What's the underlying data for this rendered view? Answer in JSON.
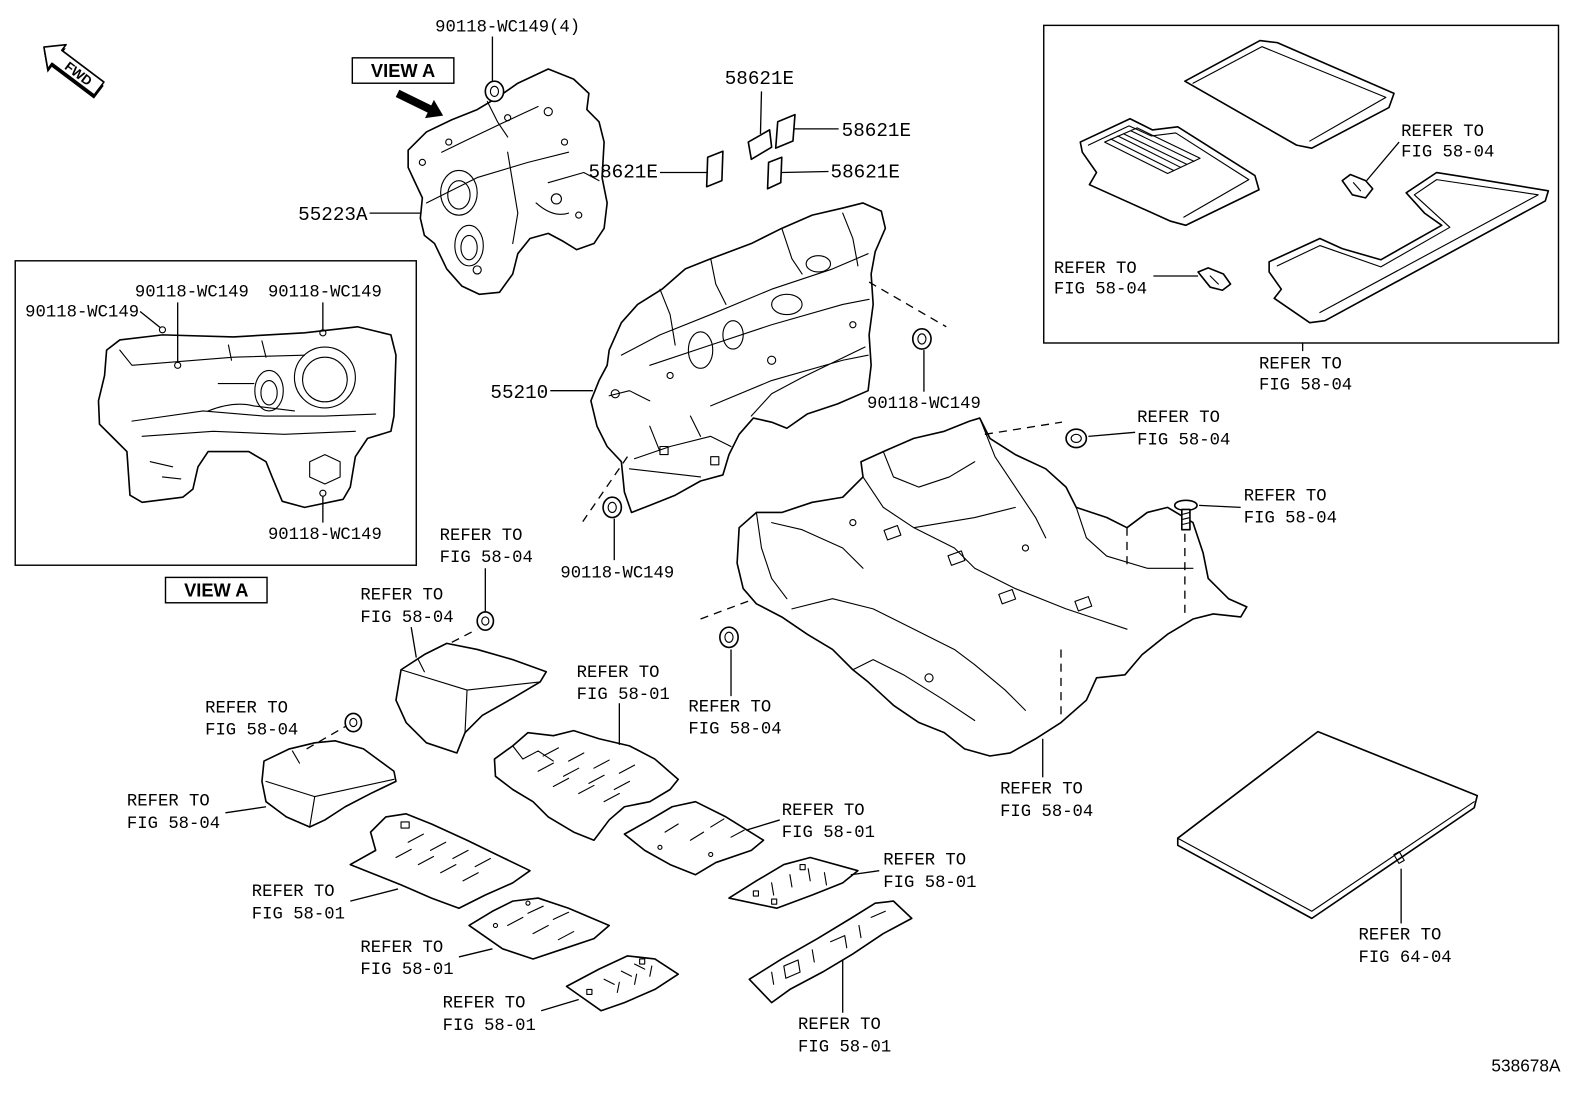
{
  "fwd_label": "FWD",
  "view_a": {
    "label_main": "VIEW A",
    "label_inset": "VIEW A"
  },
  "parts": {
    "clip_top": "90118-WC149(4)",
    "pad_top": "58621E",
    "pad_right_upper": "58621E",
    "pad_left": "58621E",
    "pad_right_lower": "58621E",
    "insulator_small": "55223A",
    "dash_silencer": "55210",
    "clip_right": "90118-WC149",
    "clip_bottom": "90118-WC149"
  },
  "inset_parts": [
    "90118-WC149",
    "90118-WC149",
    "90118-WC149",
    "90118-WC149"
  ],
  "refer_to": [
    [
      "REFER TO",
      "FIG 58-04"
    ],
    [
      "REFER TO",
      "FIG 58-04"
    ],
    [
      "REFER TO",
      "FIG 58-04"
    ],
    [
      "REFER TO",
      "FIG 58-04"
    ],
    [
      "REFER TO",
      "FIG 58-04"
    ],
    [
      "REFER TO",
      "FIG 58-04"
    ],
    [
      "REFER TO",
      "FIG 58-04"
    ],
    [
      "REFER TO",
      "FIG 58-01"
    ],
    [
      "REFER TO",
      "FIG 58-04"
    ],
    [
      "REFER TO",
      "FIG 58-04"
    ],
    [
      "REFER TO",
      "FIG 58-04"
    ],
    [
      "REFER TO",
      "FIG 58-04"
    ],
    [
      "REFER TO",
      "FIG 58-01"
    ],
    [
      "REFER TO",
      "FIG 58-01"
    ],
    [
      "REFER TO",
      "FIG 58-01"
    ],
    [
      "REFER TO",
      "FIG 64-04"
    ],
    [
      "REFER TO",
      "FIG 58-01"
    ],
    [
      "REFER TO",
      "FIG 58-01"
    ],
    [
      "REFER TO",
      "FIG 58-01"
    ]
  ],
  "illustration_number": "538678A"
}
